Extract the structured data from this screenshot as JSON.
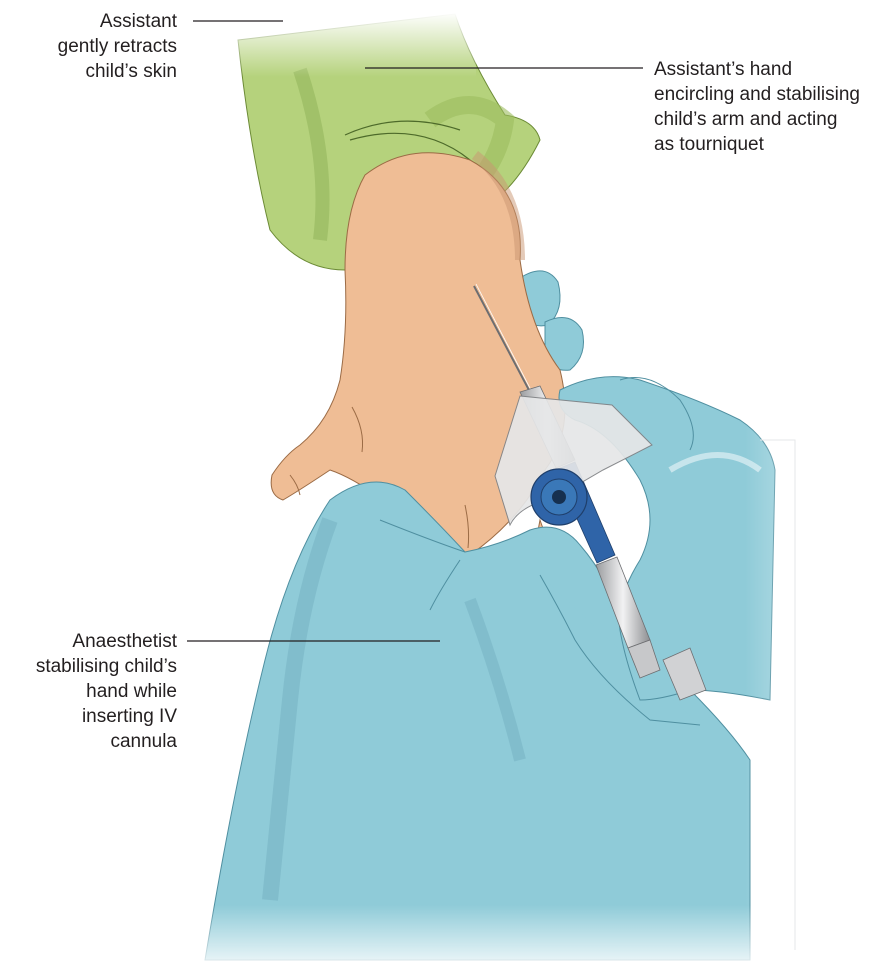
{
  "labels": {
    "skin": {
      "lines": [
        "Assistant",
        "gently retracts",
        "child’s skin"
      ]
    },
    "tourniquet": {
      "lines": [
        "Assistant’s hand",
        "encircling and stabilising",
        "child’s arm and acting",
        "as tourniquet"
      ]
    },
    "anaesthetist": {
      "lines": [
        "Anaesthetist",
        "stabilising child’s",
        "hand while",
        "inserting IV",
        "cannula"
      ]
    }
  },
  "colors": {
    "glove_green": "#b5d27c",
    "glove_blue": "#8fcbd8",
    "skin": "#efbd95",
    "cannula_hub": "#3a78b8",
    "leader_line": "#231f20"
  },
  "icons": {
    "cannula": "iv-cannula-icon"
  }
}
